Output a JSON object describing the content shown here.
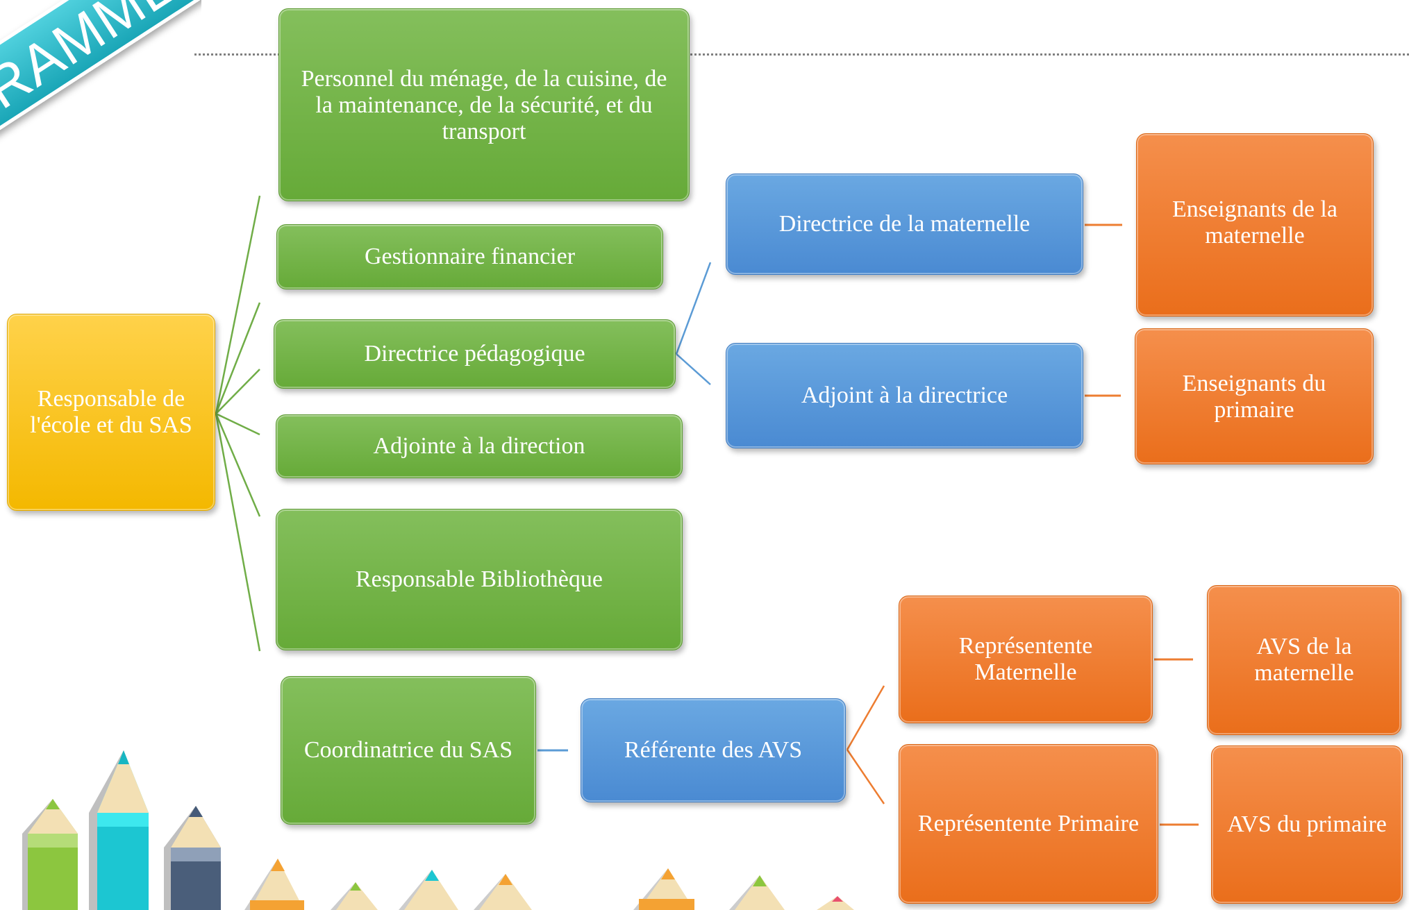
{
  "banner": {
    "text": "RAMME"
  },
  "root": {
    "label": "Responsable de l'école et du SAS"
  },
  "staff": {
    "menage": "Personnel du ménage, de la cuisine, de la maintenance, de la sécurité, et du transport",
    "gestionnaire": "Gestionnaire financier",
    "pedagogique": "Directrice pédagogique",
    "adjointe_direction": "Adjointe à la direction",
    "bibliotheque": "Responsable Bibliothèque",
    "coordinatrice": "Coordinatrice du SAS"
  },
  "pedagogie": {
    "directrice_maternelle": "Directrice de la maternelle",
    "adjoint_directrice": "Adjoint à la directrice",
    "enseignants_maternelle": "Enseignants de la maternelle",
    "enseignants_primaire": "Enseignants du primaire"
  },
  "sas": {
    "referente": "Référente des AVS",
    "rep_maternelle": "Représentente Maternelle",
    "rep_primaire": "Représentente Primaire",
    "avs_maternelle": "AVS de la maternelle",
    "avs_primaire": "AVS du primaire"
  },
  "colors": {
    "green": "#70ad47",
    "blue": "#5b9bd5",
    "orange": "#ed7d31",
    "yellow": "#ffc000",
    "banner": "#23b0c0"
  }
}
